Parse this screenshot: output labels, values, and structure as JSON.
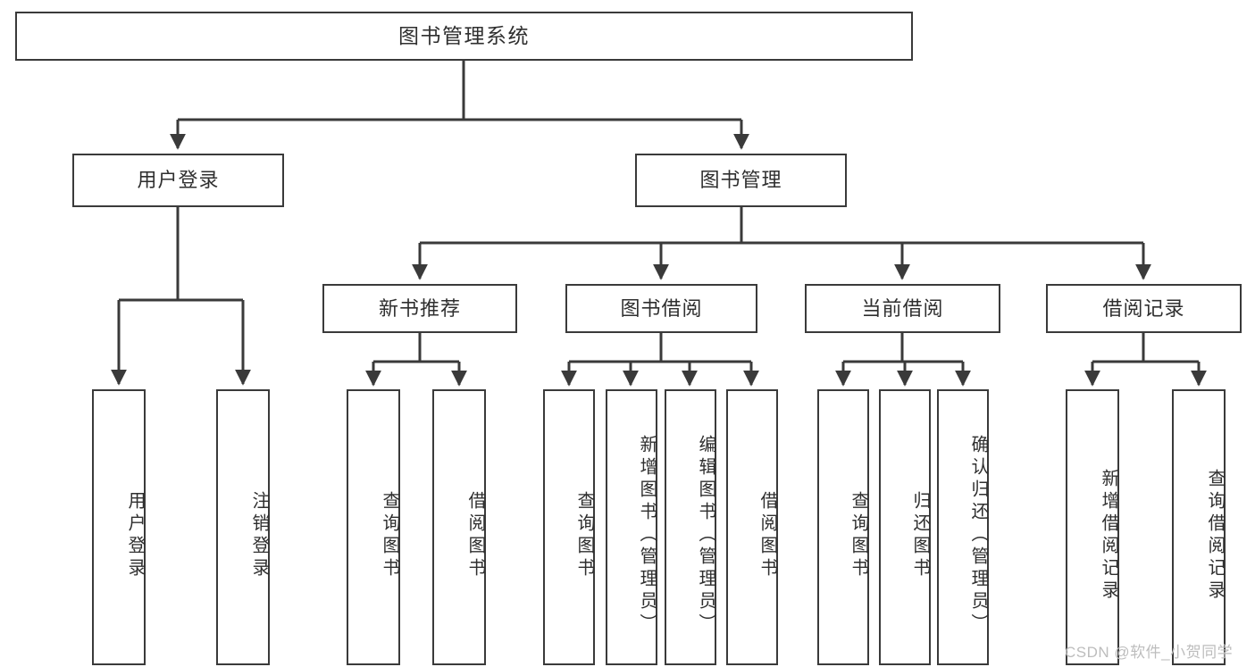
{
  "diagram": {
    "title": "图书管理系统",
    "type": "hierarchy-tree",
    "root": {
      "label": "图书管理系统"
    },
    "level2": [
      {
        "label": "用户登录"
      },
      {
        "label": "图书管理"
      }
    ],
    "level3": [
      {
        "label": "新书推荐",
        "parent": "图书管理"
      },
      {
        "label": "图书借阅",
        "parent": "图书管理"
      },
      {
        "label": "当前借阅",
        "parent": "图书管理"
      },
      {
        "label": "借阅记录",
        "parent": "图书管理"
      }
    ],
    "leaves": [
      {
        "label": "用户登录",
        "parent": "用户登录"
      },
      {
        "label": "注销登录",
        "parent": "用户登录"
      },
      {
        "label": "查询图书",
        "parent": "新书推荐"
      },
      {
        "label": "借阅图书",
        "parent": "新书推荐"
      },
      {
        "label": "查询图书",
        "parent": "图书借阅"
      },
      {
        "label": "新增图书（管理员）",
        "parent": "图书借阅"
      },
      {
        "label": "编辑图书（管理员）",
        "parent": "图书借阅"
      },
      {
        "label": "借阅图书",
        "parent": "图书借阅"
      },
      {
        "label": "查询图书",
        "parent": "当前借阅"
      },
      {
        "label": "归还图书",
        "parent": "当前借阅"
      },
      {
        "label": "确认归还（管理员）",
        "parent": "当前借阅"
      },
      {
        "label": "新增借阅记录",
        "parent": "借阅记录"
      },
      {
        "label": "查询借阅记录",
        "parent": "借阅记录"
      }
    ],
    "watermark": "CSDN @软件_小贺同学",
    "colors": {
      "stroke": "#3a3a3a",
      "text": "#2f2f2f",
      "background": "#ffffff",
      "watermark": "#bdbdbd"
    }
  }
}
